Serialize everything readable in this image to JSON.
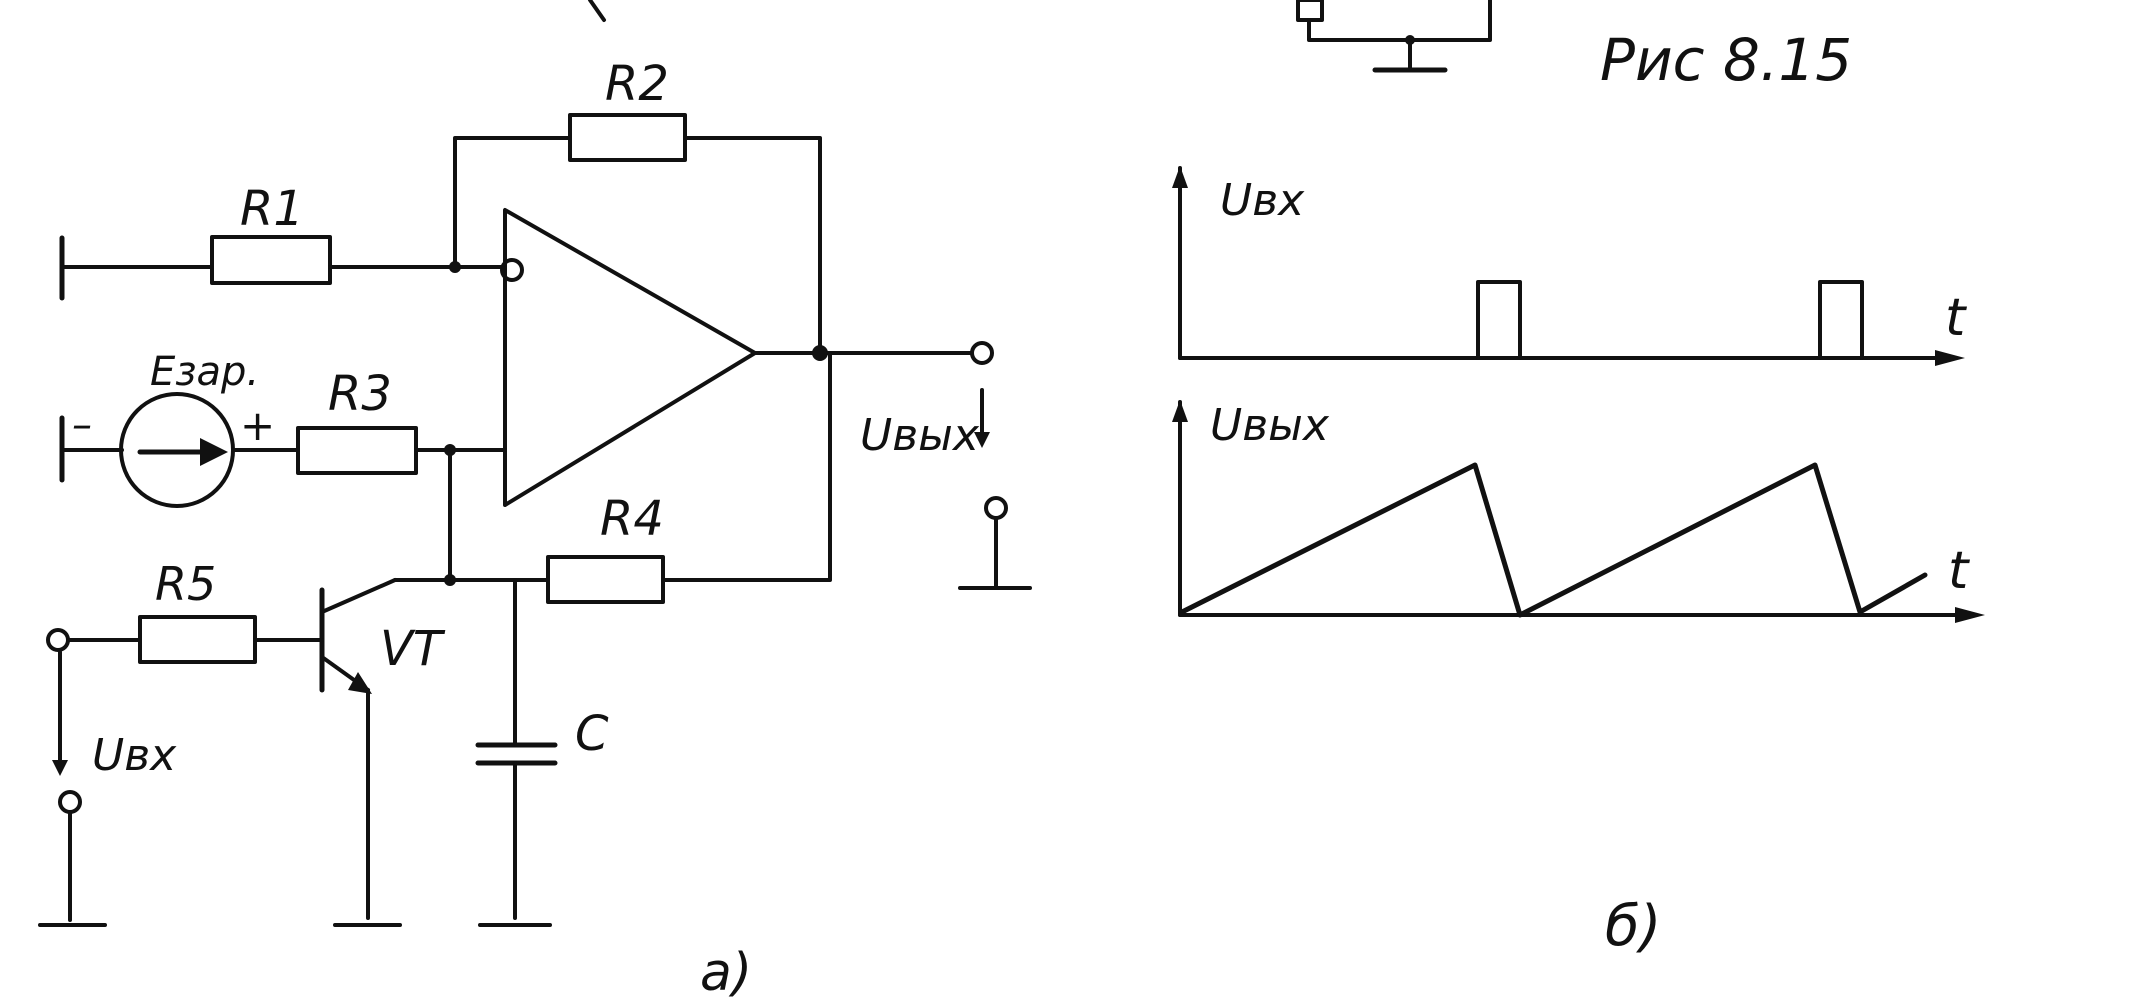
{
  "figure_caption": "Рис 8.15",
  "panel_a_label": "а)",
  "panel_b_label": "б)",
  "circuit": {
    "r1": "R1",
    "r2": "R2",
    "r3": "R3",
    "r4": "R4",
    "r5": "R5",
    "transistor": "VT",
    "capacitor": "C",
    "source": "Eзар.",
    "source_minus": "–",
    "source_plus": "+",
    "input_voltage": "Uвх",
    "output_voltage": "Uвых"
  },
  "timing": {
    "top_ylabel": "Uвх",
    "top_xlabel": "t",
    "bottom_ylabel": "Uвых",
    "bottom_xlabel": "t"
  }
}
